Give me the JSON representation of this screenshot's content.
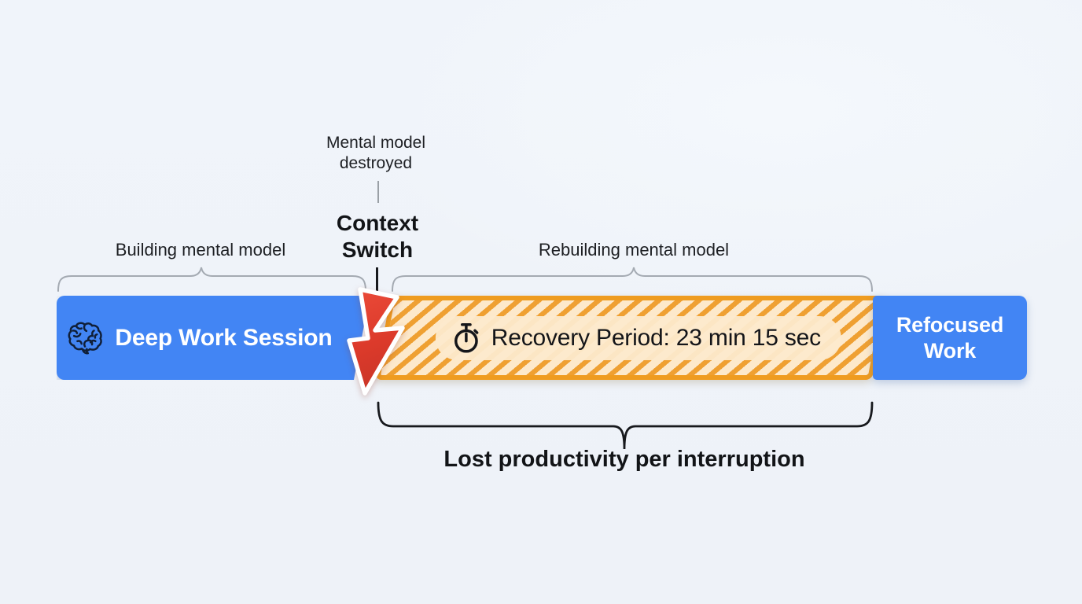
{
  "colors": {
    "background": "#eff3f9",
    "bar_blue": "#4285f4",
    "bolt_red": "#dd3a2b",
    "stripe_orange": "#efa032",
    "stripe_background": "#fde9cb",
    "recovery_border": "#ef9c20",
    "pill_background": "#fdeacd",
    "text_dark": "#15171c",
    "brace_gray": "#a4aab2",
    "bar_text_white": "#ffffff"
  },
  "annotations": {
    "mental_model_destroyed": "Mental model destroyed",
    "context_switch": "Context Switch",
    "building_mental_model": "Building mental model",
    "rebuilding_mental_model": "Rebuilding mental model",
    "lost_productivity": "Lost productivity per interruption"
  },
  "bars": {
    "deep_work": {
      "label": "Deep Work Session",
      "icon": "brain-icon"
    },
    "recovery": {
      "label": "Recovery Period: 23 min 15 sec",
      "icon": "stopwatch-icon"
    },
    "refocused": {
      "label": "Refocused Work"
    }
  },
  "icons": {
    "divider": "lightning-bolt-icon"
  }
}
